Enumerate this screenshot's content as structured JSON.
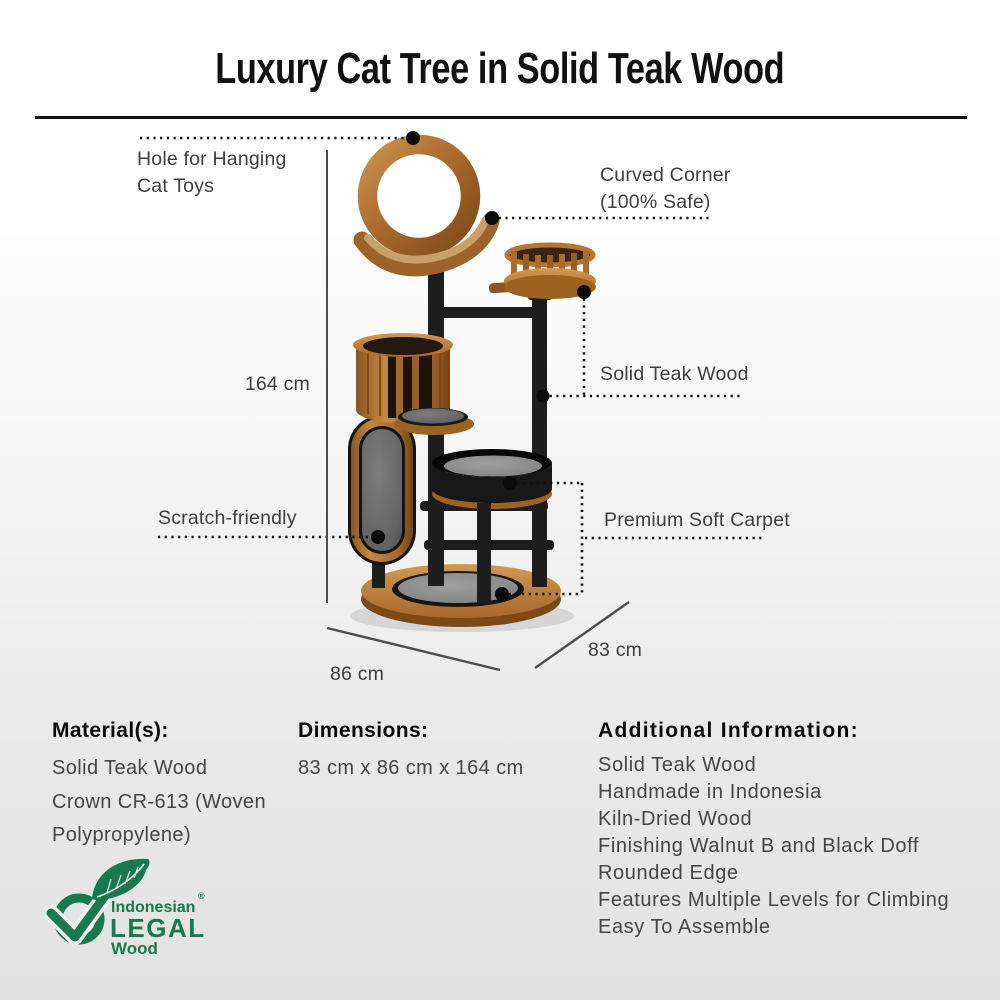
{
  "page": {
    "title": "Luxury Cat Tree in Solid Teak Wood"
  },
  "callouts": {
    "hanging_hole": "Hole for Hanging Cat Toys",
    "curved_corner": "Curved Corner (100% Safe)",
    "height": "164 cm",
    "solid_teak": "Solid Teak Wood",
    "scratch_friendly": "Scratch-friendly",
    "premium_carpet": "Premium Soft Carpet",
    "width": "86 cm",
    "depth": "83 cm"
  },
  "specs": {
    "materials": {
      "heading": "Material(s):",
      "line1": "Solid Teak Wood",
      "line2": "Crown CR-613 (Woven Polypropylene)"
    },
    "dimensions": {
      "heading": "Dimensions:",
      "value": "83 cm x 86 cm x 164 cm"
    },
    "additional": {
      "heading": "Additional Information:",
      "items": [
        "Solid Teak Wood",
        "Handmade in Indonesia",
        "Kiln-Dried Wood",
        "Finishing Walnut B and Black Doff",
        "Rounded Edge",
        "Features Multiple Levels for Climbing",
        "Easy To Assemble"
      ]
    }
  },
  "logo": {
    "line1": "Indonesian",
    "registered": "®",
    "line2": "LEGAL",
    "line3": "Wood"
  },
  "colors": {
    "logo_green": "#177a4e",
    "wood_accent": "#a96a28",
    "frame_black": "#1c1c1c",
    "carpet_gray": "#8a8a8a",
    "annotation_text": "#3e3e3e"
  }
}
